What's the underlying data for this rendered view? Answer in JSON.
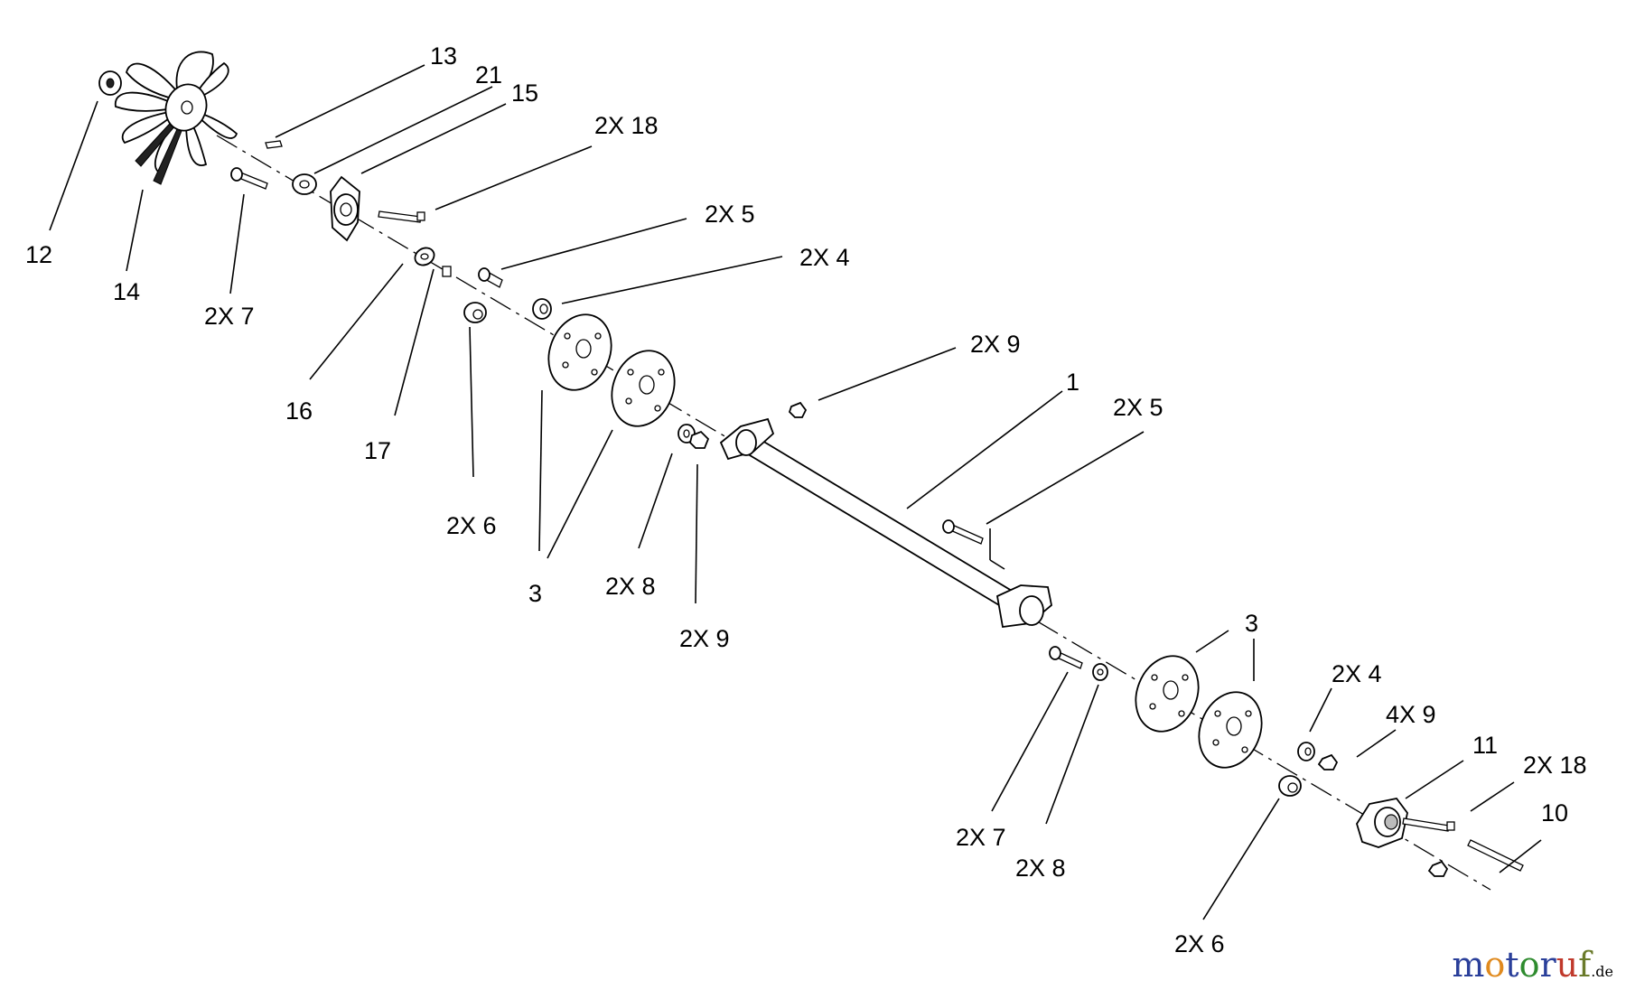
{
  "callouts": {
    "c12": "12",
    "c14": "14",
    "c13": "13",
    "c21": "21",
    "c15": "15",
    "c7a": "2X 7",
    "c18a": "2X 18",
    "c16": "16",
    "c17": "17",
    "c5a": "2X 5",
    "c4a": "2X 4",
    "c6a": "2X 6",
    "c3a": "3",
    "c8a": "2X 8",
    "c9a": "2X 9",
    "c9b": "2X 9",
    "c1": "1",
    "c5b": "2X 5",
    "c3b": "3",
    "c7b": "2X 7",
    "c8b": "2X 8",
    "c4b": "2X 4",
    "c9c": "4X 9",
    "c11": "11",
    "c18b": "2X 18",
    "c10": "10",
    "c6b": "2X 6"
  },
  "watermark": {
    "text": "motoruf",
    "tld": ".de",
    "colors": [
      "#2a3f9a",
      "#e08a1e",
      "#2a3f9a",
      "#2e8b2e",
      "#2a3f9a",
      "#c0392b",
      "#6a7a2a"
    ]
  }
}
